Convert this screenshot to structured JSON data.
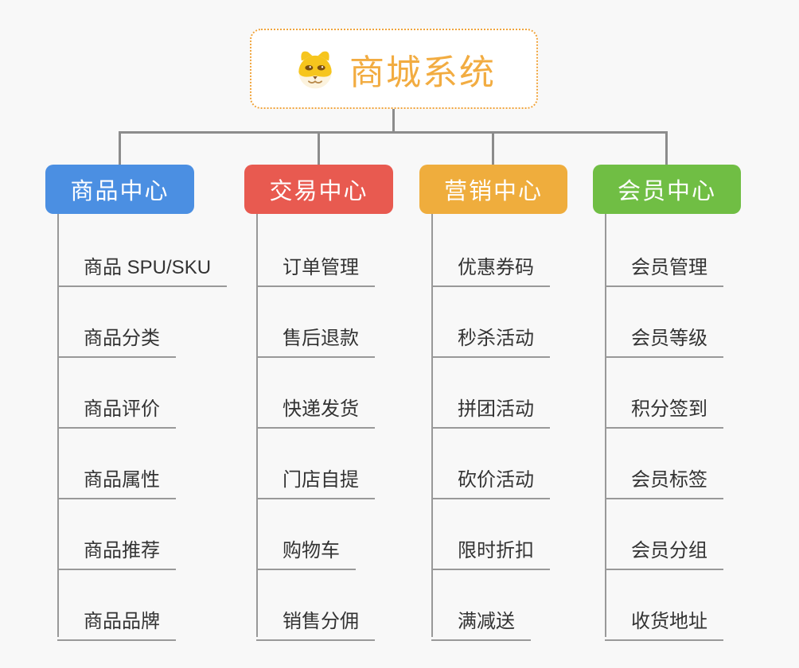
{
  "root": {
    "title": "商城系统",
    "icon": "doge-icon",
    "border_color": "#f0a43c",
    "title_color": "#f2ac41"
  },
  "colors": {
    "background": "#f8f8f8",
    "connector": "#8c8c8c",
    "underline": "#999999",
    "item_text": "#333333"
  },
  "branches": [
    {
      "label": "商品中心",
      "color": "#4b8fe2",
      "items": [
        "商品 SPU/SKU",
        "商品分类",
        "商品评价",
        "商品属性",
        "商品推荐",
        "商品品牌"
      ]
    },
    {
      "label": "交易中心",
      "color": "#e85a50",
      "items": [
        "订单管理",
        "售后退款",
        "快递发货",
        "门店自提",
        "购物车",
        "销售分佣"
      ]
    },
    {
      "label": "营销中心",
      "color": "#efad3d",
      "items": [
        "优惠券码",
        "秒杀活动",
        "拼团活动",
        "砍价活动",
        "限时折扣",
        "满减送"
      ]
    },
    {
      "label": "会员中心",
      "color": "#70be44",
      "items": [
        "会员管理",
        "会员等级",
        "积分签到",
        "会员标签",
        "会员分组",
        "收货地址"
      ]
    }
  ]
}
